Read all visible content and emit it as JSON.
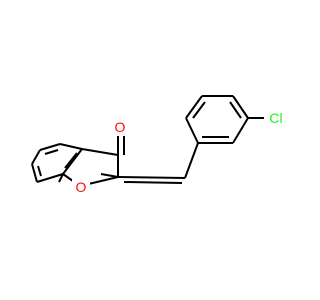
{
  "molecule": {
    "atoms": {
      "carbonyl_oxygen": {
        "symbol": "O",
        "color": "#ff0d0d"
      },
      "ring_oxygen": {
        "symbol": "O",
        "color": "#ff0d0d"
      },
      "chlorine": {
        "symbol": "Cl",
        "color": "#1ff01f"
      }
    },
    "bond_color": "#000000",
    "background": "#ffffff"
  }
}
